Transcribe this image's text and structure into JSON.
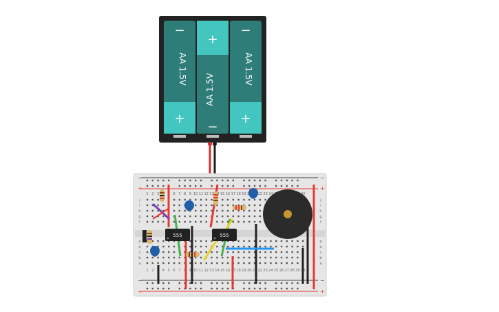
{
  "battery_pack": {
    "cells": [
      {
        "label": "AA 1.5V",
        "top_sign": "−",
        "bottom_sign": "+"
      },
      {
        "label": "AA 1.5V",
        "top_sign": "+",
        "bottom_sign": "−"
      },
      {
        "label": "AA 1.5V",
        "top_sign": "−",
        "bottom_sign": "+"
      }
    ],
    "colors": {
      "case": "#222222",
      "cell": "#2e7d78",
      "cap": "#43c6bf",
      "lead_pos": "#d32f2f",
      "lead_neg": "#1b1b1b"
    }
  },
  "breadboard": {
    "rail_neg": "−",
    "rail_pos": "+",
    "row_letters_top": [
      "j",
      "i",
      "h",
      "g",
      "f"
    ],
    "row_letters_bottom": [
      "e",
      "d",
      "c",
      "b",
      "a"
    ],
    "column_numbers": [
      "1",
      "2",
      "3",
      "4",
      "5",
      "6",
      "7",
      "8",
      "9",
      "10",
      "11",
      "12",
      "13",
      "14",
      "15",
      "16",
      "17",
      "18",
      "19",
      "20",
      "21",
      "22",
      "23",
      "24",
      "25",
      "26",
      "27",
      "28",
      "29",
      "30"
    ],
    "colors": {
      "board": "#e6e6e6",
      "rail_red": "#e53935",
      "rail_blue": "#444444"
    }
  },
  "components": {
    "ic1": {
      "label": "555"
    },
    "ic2": {
      "label": "555"
    },
    "buzzer": {
      "color": "#2b2b2b",
      "center": "#c8962e"
    },
    "capacitor_color": "#1e5fa8"
  },
  "wire_colors": {
    "red": "#e53935",
    "black": "#222222",
    "green": "#4caf50",
    "yellow": "#e6d22e",
    "blue": "#2196f3",
    "purple": "#7b3fb5"
  }
}
